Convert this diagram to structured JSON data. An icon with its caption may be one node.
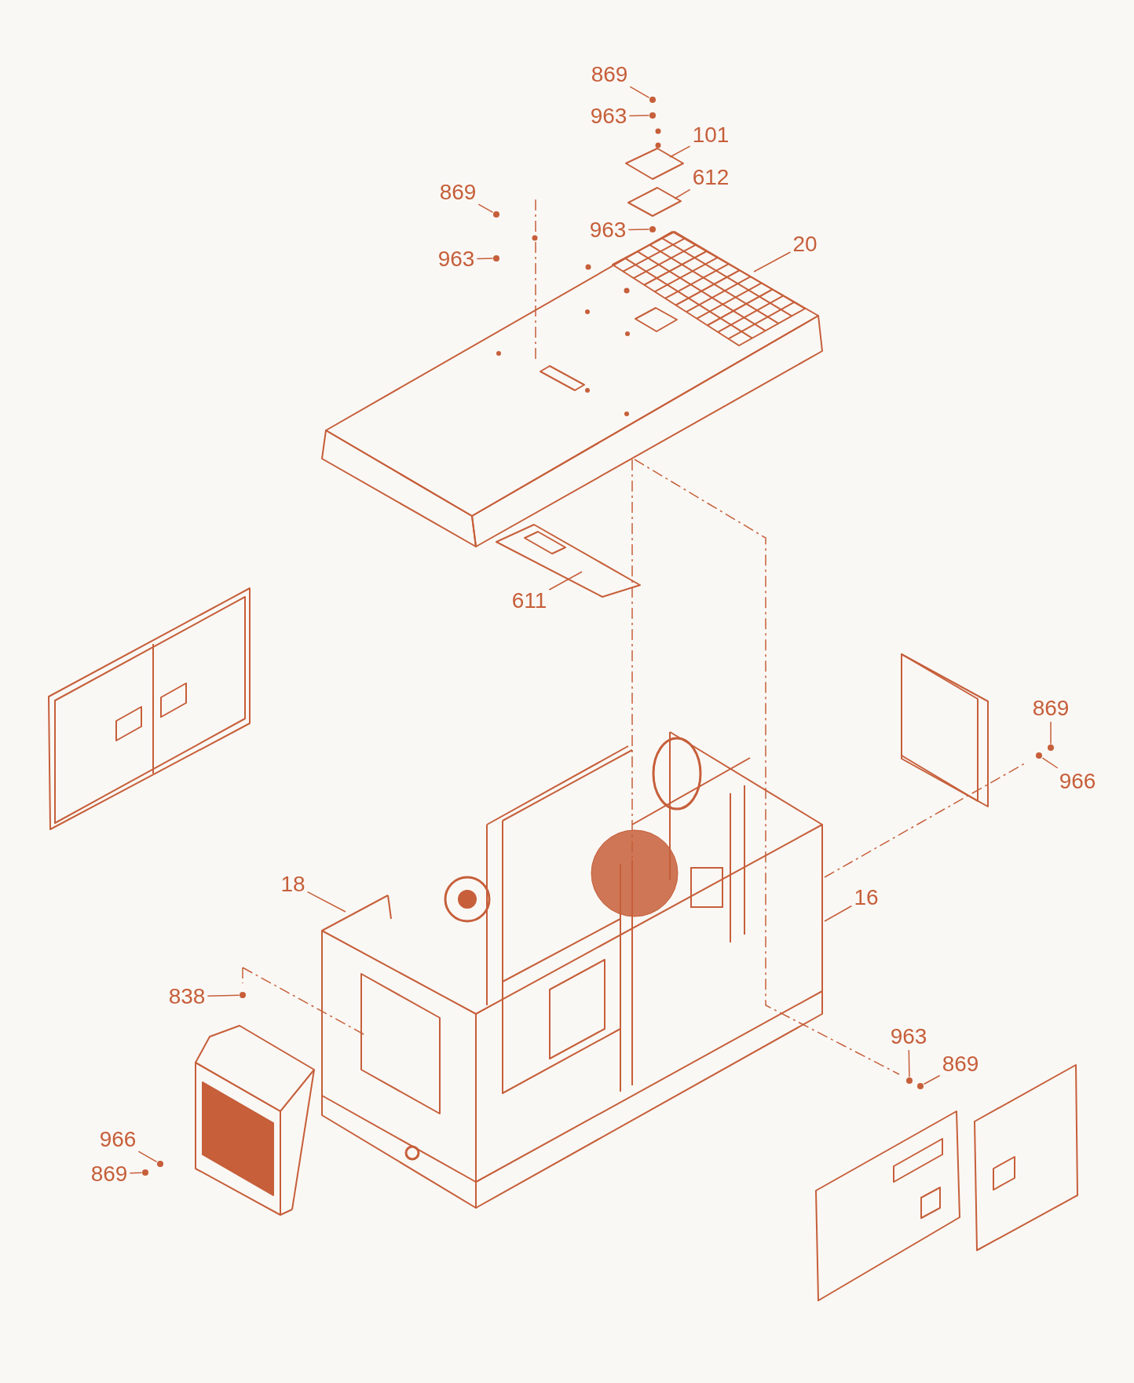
{
  "diagram": {
    "nodes": [
      {
        "text": [
          "869"
        ]
      },
      {
        "text": [
          "963"
        ]
      },
      {
        "text": [
          "101"
        ]
      },
      {
        "text": [
          "612"
        ]
      },
      {
        "text": [
          "963"
        ]
      },
      {
        "text": [
          "869"
        ]
      },
      {
        "text": [
          "963"
        ]
      },
      {
        "text": [
          "20"
        ]
      },
      {
        "text": [
          "611"
        ]
      },
      {
        "text": [
          "869"
        ]
      },
      {
        "text": [
          "966"
        ]
      },
      {
        "text": [
          "16"
        ]
      },
      {
        "text": [
          "18"
        ]
      },
      {
        "text": [
          "838"
        ]
      },
      {
        "text": [
          "963"
        ]
      },
      {
        "text": [
          "869"
        ]
      },
      {
        "text": [
          "966"
        ]
      },
      {
        "text": [
          "869"
        ]
      },
      {
        "text": [],
        "shape": "circle"
      },
      {
        "text": [],
        "shape": "circle"
      },
      {
        "text": [],
        "shape": "picture"
      },
      {
        "text": [],
        "shape": "picture"
      },
      {
        "text": [],
        "shape": "circle"
      },
      {
        "text": [],
        "shape": "circle"
      },
      {
        "text": [],
        "shape": "circle"
      },
      {
        "text": [],
        "shape": "picture"
      },
      {
        "text": [],
        "shape": "picture"
      },
      {
        "text": [],
        "shape": "circle"
      },
      {
        "text": [],
        "shape": "circle"
      },
      {
        "text": [],
        "shape": "picture"
      },
      {
        "text": [],
        "shape": "circle"
      },
      {
        "text": [],
        "shape": "circle"
      },
      {
        "text": [],
        "shape": "circle"
      },
      {
        "text": [],
        "shape": "circle"
      },
      {
        "text": [],
        "shape": "circle"
      }
    ],
    "edges": [
      {
        "from": 0,
        "to": 18,
        "arrow": "none"
      },
      {
        "from": 1,
        "to": 19,
        "arrow": "none"
      },
      {
        "from": 2,
        "to": 20,
        "arrow": "none"
      },
      {
        "from": 3,
        "to": 21,
        "arrow": "none"
      },
      {
        "from": 4,
        "to": 22,
        "arrow": "none"
      },
      {
        "from": 5,
        "to": 23,
        "arrow": "none"
      },
      {
        "from": 6,
        "to": 24,
        "arrow": "none"
      },
      {
        "from": 7,
        "to": 25,
        "arrow": "none"
      },
      {
        "from": 8,
        "to": 26,
        "arrow": "none"
      },
      {
        "from": 9,
        "to": 27,
        "arrow": "none"
      },
      {
        "from": 10,
        "to": 28,
        "arrow": "none"
      },
      {
        "from": 11,
        "to": 29,
        "arrow": "none"
      },
      {
        "from": 12,
        "to": 29,
        "arrow": "none"
      },
      {
        "from": 13,
        "to": 30,
        "arrow": "none"
      },
      {
        "from": 14,
        "to": 31,
        "arrow": "none"
      },
      {
        "from": 15,
        "to": 32,
        "arrow": "none"
      },
      {
        "from": 16,
        "to": 33,
        "arrow": "none"
      },
      {
        "from": 17,
        "to": 34,
        "arrow": "none"
      }
    ]
  }
}
